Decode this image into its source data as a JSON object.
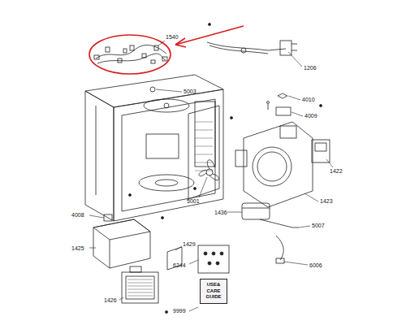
{
  "diagram": {
    "nodes": [
      {
        "text": [
          "USE& CARE GUIDE"
        ]
      }
    ],
    "labels": [
      "1540",
      "1206",
      "5003",
      "4010",
      "4009",
      "1422",
      "1423",
      "5001",
      "1436",
      "5007",
      "6006",
      "4008",
      "1425",
      "1429",
      "6244",
      "1426",
      "9999"
    ]
  }
}
